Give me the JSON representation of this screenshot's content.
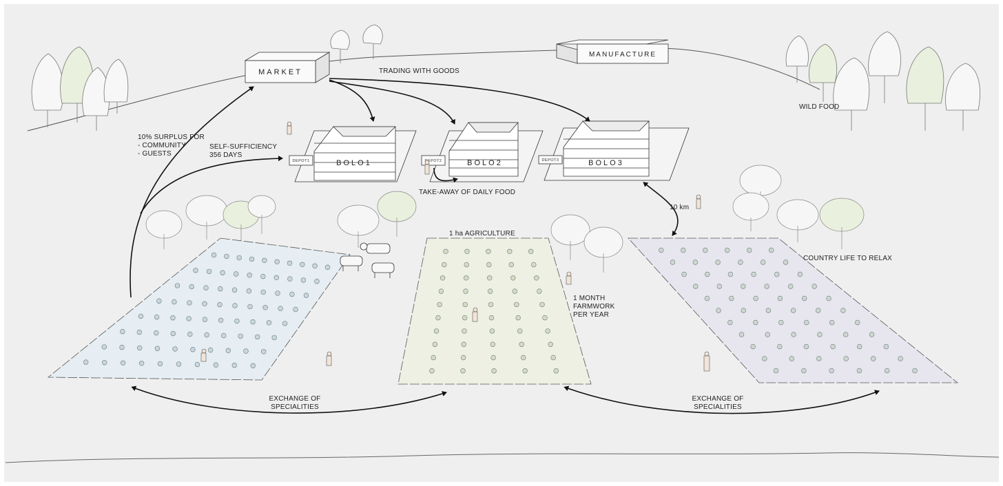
{
  "buildings": {
    "market": "MARKET",
    "manufacture": "MANUFACTURE",
    "bolo1": "BOLO1",
    "bolo2": "BOLO2",
    "bolo3": "BOLO3",
    "depot1": "DEPOT1",
    "depot2": "DEPOT2",
    "depot3": "DEPOT3"
  },
  "labels": {
    "trading": "TRADING WITH GOODS",
    "surplus_line1": "10% SURPLUS FOR",
    "surplus_line2": "- COMMUNITY",
    "surplus_line3": "- GUESTS",
    "self_line1": "SELF-SUFFICIENCY",
    "self_line2": "356 DAYS",
    "takeaway": "TAKE-AWAY OF DAILY FOOD",
    "wild_food": "WILD FOOD",
    "distance": "10 km",
    "agriculture": "1 ha AGRICULTURE",
    "farmwork_line1": "1 MONTH",
    "farmwork_line2": "FARMWORK",
    "farmwork_line3": "PER YEAR",
    "country": "COUNTRY LIFE TO RELAX",
    "exchange_left_1": "EXCHANGE OF",
    "exchange_left_2": "SPECIALITIES",
    "exchange_right_1": "EXCHANGE OF",
    "exchange_right_2": "SPECIALITIES"
  },
  "colors": {
    "field_left": "#e6eef3",
    "field_mid": "#eef0e3",
    "field_right": "#e7e6ef",
    "ink": "#222222",
    "tree_shade": "#dfe8cf"
  }
}
